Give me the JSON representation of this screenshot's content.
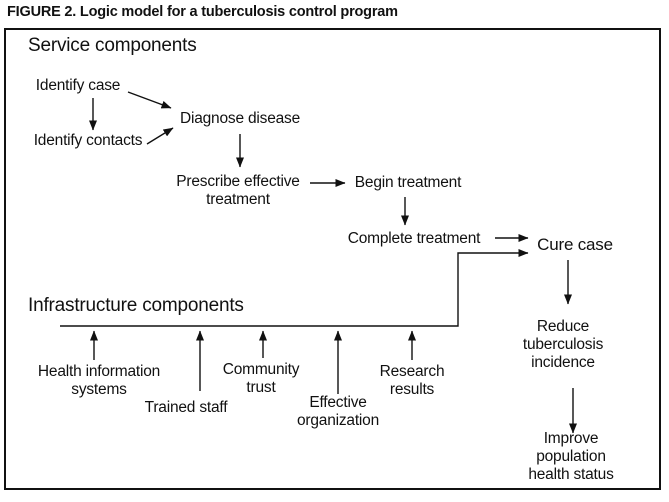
{
  "figure": {
    "title": "FIGURE 2. Logic model for a tuberculosis control program",
    "service_header": "Service components",
    "infrastructure_header": "Infrastructure components",
    "service_nodes": {
      "identify_case": "Identify case",
      "identify_contacts": "Identify contacts",
      "diagnose_disease": "Diagnose disease",
      "prescribe_effective_treatment": "Prescribe effective\ntreatment",
      "begin_treatment": "Begin treatment",
      "complete_treatment": "Complete treatment",
      "cure_case": "Cure case"
    },
    "outcome_nodes": {
      "reduce_tuberculosis_incidence": "Reduce\ntuberculosis\nincidence",
      "improve_population_health_status": "Improve population\nhealth status"
    },
    "infrastructure_nodes": {
      "health_information_systems": "Health information\nsystems",
      "trained_staff": "Trained staff",
      "community_trust": "Community\ntrust",
      "effective_organization": "Effective\norganization",
      "research_results": "Research\nresults"
    },
    "connections": [
      {
        "from": "Identify case",
        "to": "Identify contacts"
      },
      {
        "from": "Identify case",
        "to": "Diagnose disease"
      },
      {
        "from": "Identify contacts",
        "to": "Diagnose disease"
      },
      {
        "from": "Diagnose disease",
        "to": "Prescribe effective treatment"
      },
      {
        "from": "Prescribe effective treatment",
        "to": "Begin treatment"
      },
      {
        "from": "Begin treatment",
        "to": "Complete treatment"
      },
      {
        "from": "Complete treatment",
        "to": "Cure case"
      },
      {
        "from": "Infrastructure components",
        "to": "Cure case"
      },
      {
        "from": "Cure case",
        "to": "Reduce tuberculosis incidence"
      },
      {
        "from": "Reduce tuberculosis incidence",
        "to": "Improve population health status"
      },
      {
        "from": "Health information systems",
        "to": "Infrastructure components"
      },
      {
        "from": "Trained staff",
        "to": "Infrastructure components"
      },
      {
        "from": "Community trust",
        "to": "Infrastructure components"
      },
      {
        "from": "Effective organization",
        "to": "Infrastructure components"
      },
      {
        "from": "Research results",
        "to": "Infrastructure components"
      }
    ],
    "colors": {
      "text": "#111111",
      "line": "#111111",
      "background": "#ffffff"
    }
  }
}
